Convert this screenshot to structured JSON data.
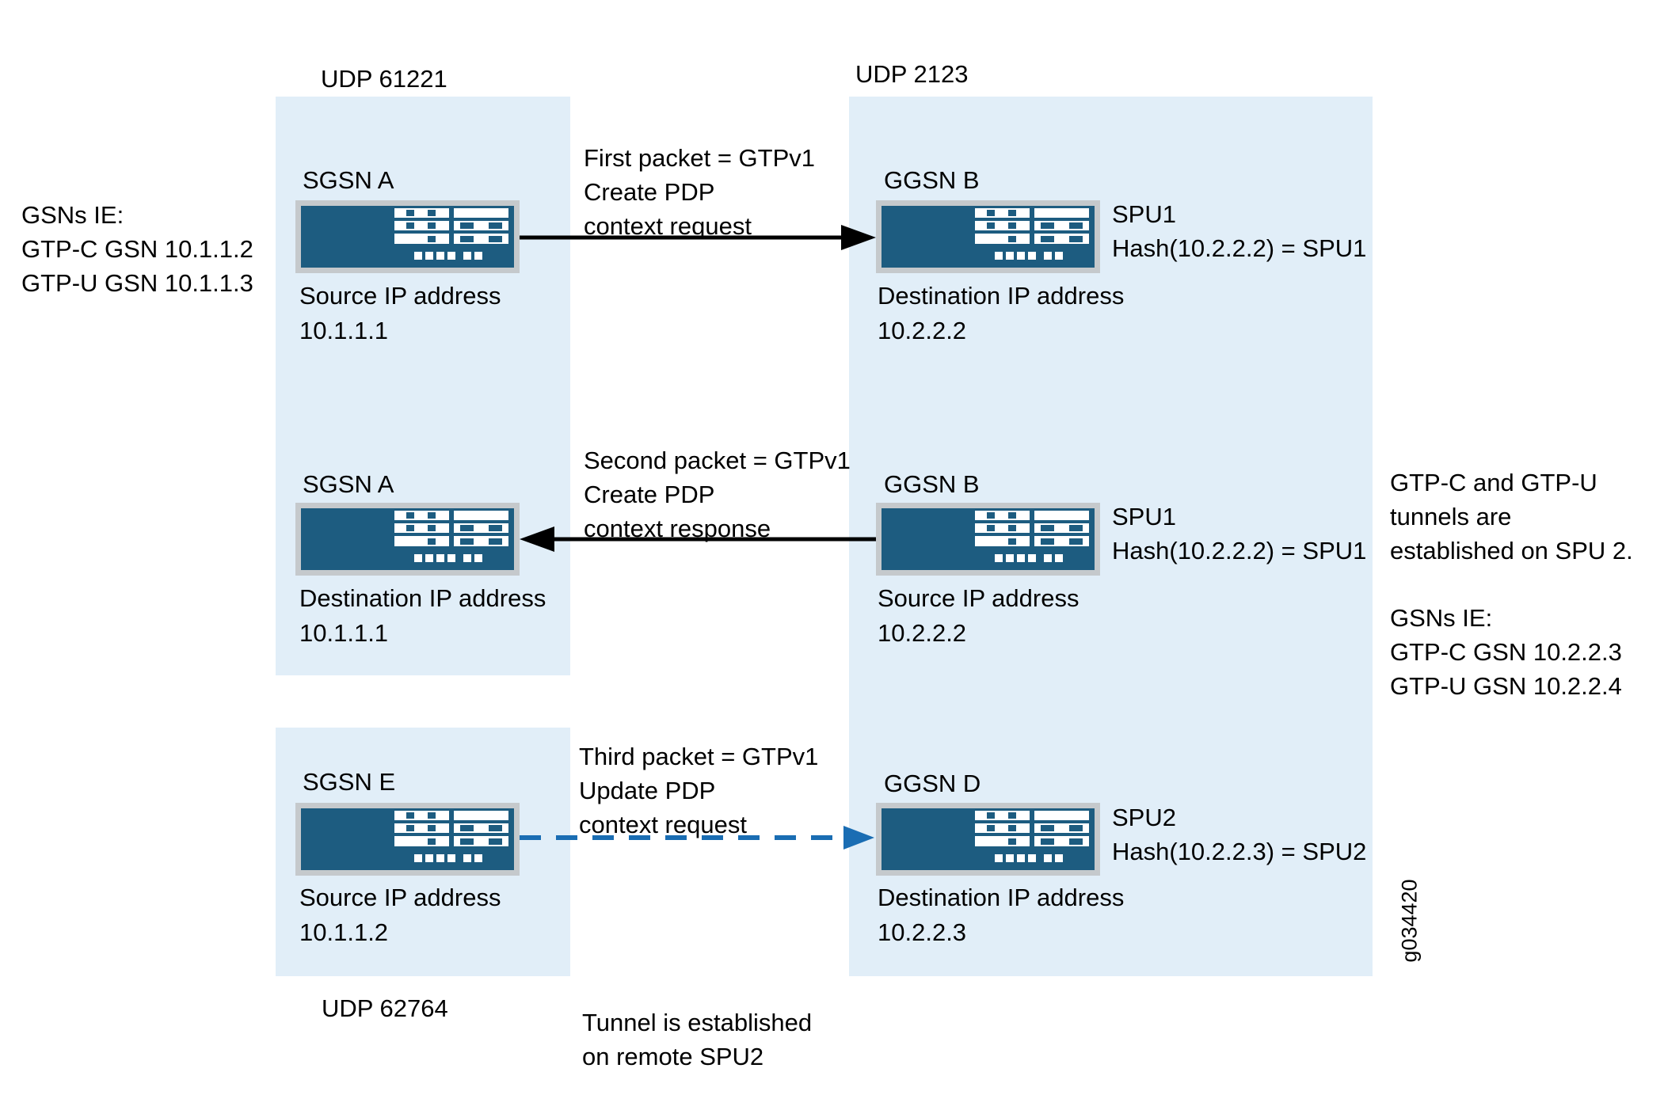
{
  "colors": {
    "panel": "#e1eef8",
    "device": "#1d5c80",
    "device_border": "#c5c9cc",
    "arrow_blue": "#1a6db3",
    "text": "#000000"
  },
  "top_labels": {
    "udp_left": "UDP 61221",
    "udp_right": "UDP 2123"
  },
  "bottom_labels": {
    "udp_left": "UDP 62764",
    "tunnel_note": [
      "Tunnel is established",
      "on remote SPU2"
    ],
    "figure_id": "g034420"
  },
  "left_note": {
    "lines": [
      "GSNs IE:",
      "GTP-C GSN 10.1.1.2",
      "GTP-U GSN 10.1.1.3"
    ]
  },
  "right_note": {
    "para1": [
      "GTP-C and GTP-U",
      "tunnels are",
      "established on SPU 2."
    ],
    "para2": [
      "GSNs IE:",
      "GTP-C GSN 10.2.2.3",
      "GTP-U GSN 10.2.2.4"
    ]
  },
  "rows": [
    {
      "left": {
        "name": "SGSN A",
        "icon": "router-icon",
        "lines": [
          "Source IP address",
          "10.1.1.1"
        ]
      },
      "right": {
        "name": "GGSN B",
        "icon": "router-icon",
        "spu": [
          "SPU1",
          "Hash(10.2.2.2) = SPU1"
        ],
        "lines": [
          "Destination IP address",
          "10.2.2.2"
        ]
      },
      "arrow": {
        "direction": "right",
        "style": "solid",
        "label": [
          "First packet = GTPv1",
          "Create PDP",
          "context request"
        ]
      }
    },
    {
      "left": {
        "name": "SGSN A",
        "icon": "router-icon",
        "lines": [
          "Destination IP address",
          "10.1.1.1"
        ]
      },
      "right": {
        "name": "GGSN B",
        "icon": "router-icon",
        "spu": [
          "SPU1",
          "Hash(10.2.2.2) = SPU1"
        ],
        "lines": [
          "Source IP address",
          "10.2.2.2"
        ]
      },
      "arrow": {
        "direction": "left",
        "style": "solid",
        "label": [
          "Second packet = GTPv1",
          "Create PDP",
          "context response"
        ]
      }
    },
    {
      "left": {
        "name": "SGSN E",
        "icon": "router-icon",
        "lines": [
          "Source IP address",
          "10.1.1.2"
        ]
      },
      "right": {
        "name": "GGSN D",
        "icon": "router-icon",
        "spu": [
          "SPU2",
          "Hash(10.2.2.3) = SPU2"
        ],
        "lines": [
          "Destination IP address",
          "10.2.2.3"
        ]
      },
      "arrow": {
        "direction": "right",
        "style": "dashed",
        "label": [
          "Third packet = GTPv1",
          "Update PDP",
          "context request"
        ]
      }
    }
  ]
}
